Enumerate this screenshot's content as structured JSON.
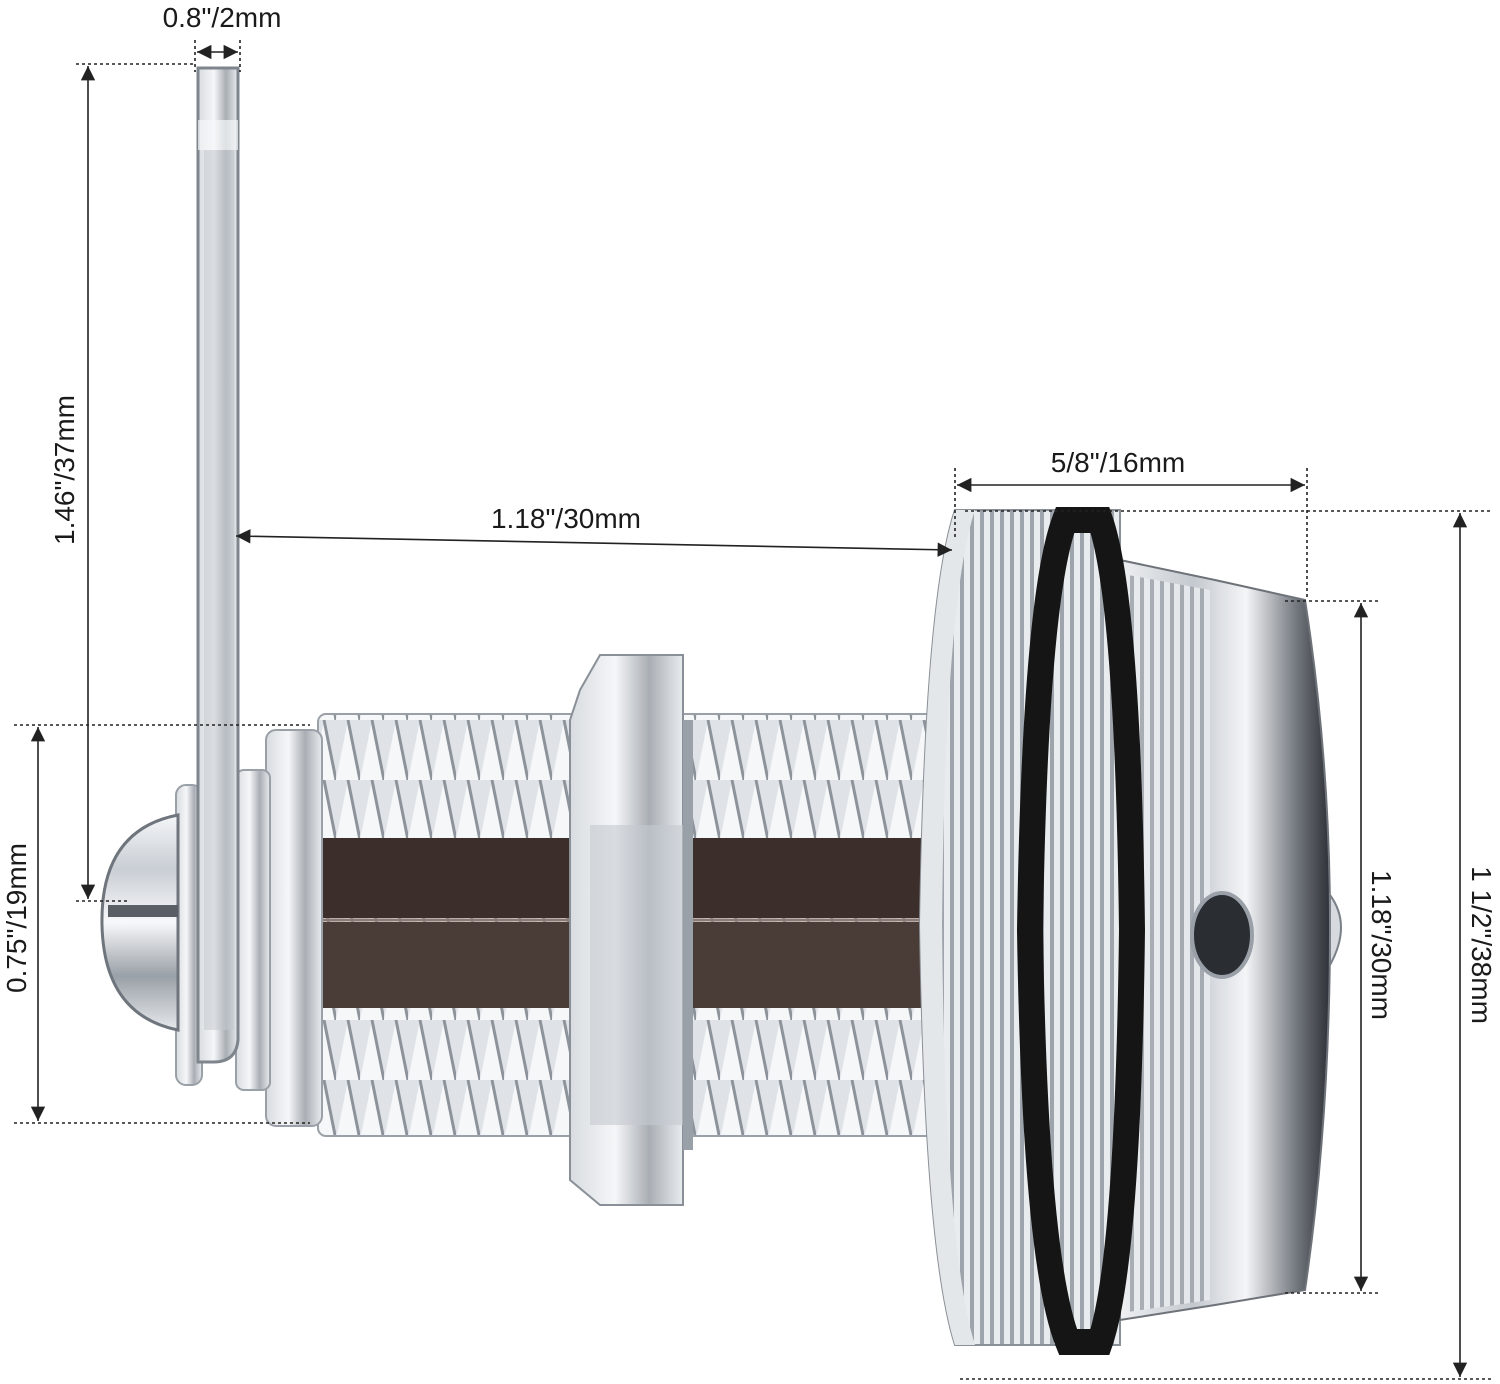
{
  "diagram": {
    "subject_icon": "cam-lock-icon",
    "colors": {
      "line": "#222222",
      "text": "#1a1a1a",
      "metal_light": "#e8ebee",
      "metal_mid": "#b9bec4",
      "metal_dark": "#5a5f66",
      "oring": "#151515",
      "background": "#ffffff"
    },
    "dimensions": {
      "cam_thickness": "0.8\"/2mm",
      "cam_length": "1.46\"/37mm",
      "cam_offset": "0.75\"/19mm",
      "body_length": "1.18\"/30mm",
      "head_depth": "5/8\"/16mm",
      "head_inner_diameter": "1.18\"/30mm",
      "head_outer_diameter": "1 1/2\"/38mm"
    }
  }
}
